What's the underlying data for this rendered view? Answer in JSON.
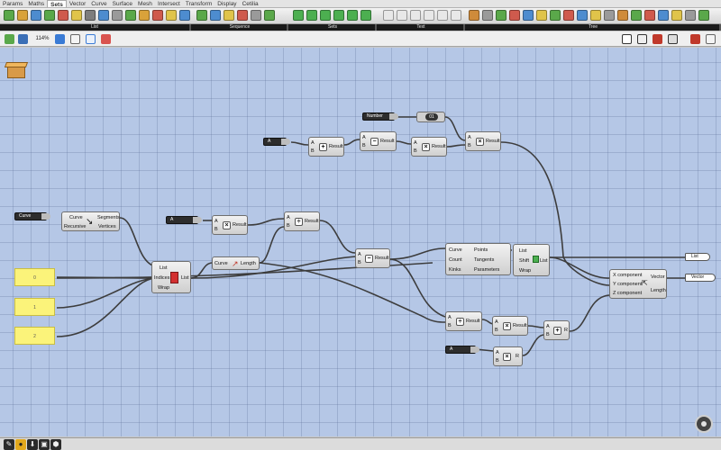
{
  "menu": {
    "tabs": [
      "Params",
      "Maths",
      "Sets",
      "Vector",
      "Curve",
      "Surface",
      "Mesh",
      "Intersect",
      "Transform",
      "Display",
      "Cetilia"
    ],
    "active": "Sets"
  },
  "groups": [
    "List",
    "Sequence",
    "Sets",
    "Text",
    "Tree"
  ],
  "canvas_toolbar": {
    "zoom": "114%"
  },
  "nodes": {
    "number_param": "Number",
    "number_slider_value": "01",
    "a_param_top": "A",
    "add_top": {
      "a": "A",
      "b": "B",
      "result": "Result"
    },
    "sub_top": {
      "a": "A",
      "b": "B",
      "result": "Result"
    },
    "mul_top": {
      "a": "A",
      "b": "B",
      "result": "Result"
    },
    "mul_top2": {
      "a": "A",
      "b": "B",
      "result": "Result"
    },
    "curve_param": "Curve",
    "divide": {
      "in1": "Curve",
      "in2": "Recursive",
      "out1": "Segments",
      "out2": "Vertices"
    },
    "panel1": "0",
    "panel2": "1",
    "panel3": "2",
    "listitem": {
      "in1": "List",
      "in2": "Indices",
      "in3": "Wrap",
      "out1": "List"
    },
    "a_param_mid": "A",
    "mul_mid": {
      "a": "A",
      "b": "B",
      "result": "Result"
    },
    "div_mid": {
      "a": "A",
      "b": "B",
      "result": "Result"
    },
    "length": {
      "in1": "Curve",
      "out1": "Length"
    },
    "sub_mid": {
      "a": "A",
      "b": "B",
      "result": "Result"
    },
    "perp": {
      "in1": "Curve",
      "in2": "Count",
      "in3": "Kinks",
      "out1": "Points",
      "out2": "Tangents",
      "out3": "Parameters"
    },
    "shift": {
      "in1": "List",
      "in2": "Shift",
      "in3": "Wrap",
      "out1": "List"
    },
    "vector": {
      "in1": "X component",
      "in2": "Y component",
      "in3": "Z component",
      "out1": "Vector",
      "out2": "Length"
    },
    "div_low": {
      "a": "A",
      "b": "B",
      "result": "Result"
    },
    "mul_low": {
      "a": "A",
      "b": "B",
      "result": "Result"
    },
    "add_low": {
      "a": "A",
      "b": "B",
      "result": "R"
    },
    "a_param_low": "A",
    "mul_low2": {
      "a": "A",
      "b": "B",
      "result": "R"
    },
    "out_list": "List",
    "out_vector": "Vector"
  }
}
